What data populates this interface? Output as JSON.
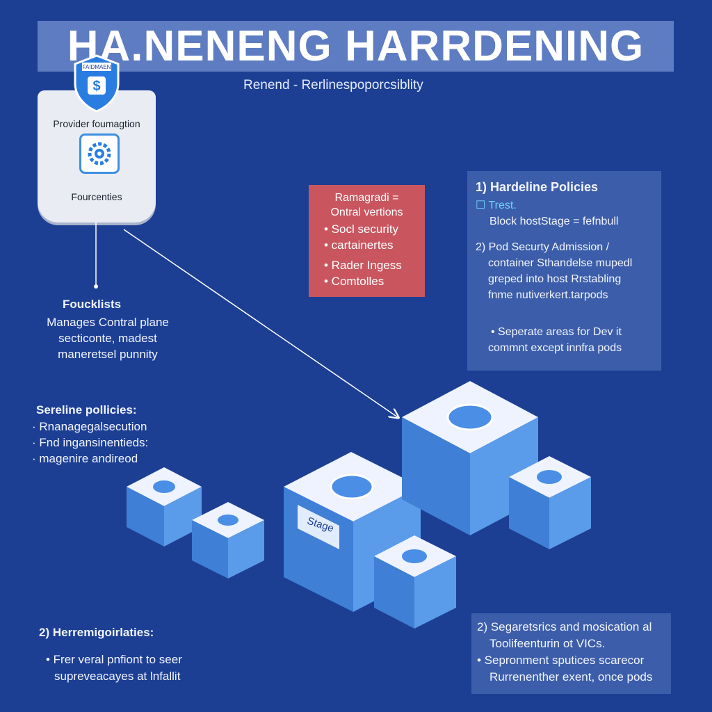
{
  "title": "HA.NENENG HARRDENING",
  "subtitle": "Renend - Rerlinespoporcsiblity",
  "provider": {
    "badge": "FAIDMAEN",
    "label": "Provider foumagtion",
    "sublabel": "Fourcenties",
    "shield_icon": "shield-icon",
    "gear_icon": "gear-icon"
  },
  "focus": {
    "title": "Foucklists",
    "lines": [
      "Manages Contral plane",
      "secticonte, madest",
      "maneretsel punnity"
    ]
  },
  "sereline": {
    "title": "Sereline pollicies:",
    "items": [
      "· Rnanagegalsecution",
      "· Fnd ingansinentieds:",
      "· magenire andireod"
    ]
  },
  "managed": {
    "head": [
      "Ramagradi =",
      "Ontral vertions"
    ],
    "items": [
      "• Socl security",
      "• cartainertes",
      "• Rader Ingess",
      "• Comtolles"
    ]
  },
  "policies": {
    "title": "1) Hardeline Policies",
    "test": "☐ Trest.",
    "lines": [
      "Block hostStage = fefnbull",
      "",
      "2) Pod Securty Admission /",
      "container Sthandelse mupedl",
      "greped into host Rrstabling",
      "fnme nutiverkert.tarpods",
      "",
      "• Seperate areas for Dev it",
      "commnt except innfra pods"
    ]
  },
  "stage_label": "Stage",
  "bottom_left": {
    "title": "2) Herremigoirlaties:",
    "lines": [
      "• Frer veral pnfiont to seer",
      "supreveacayes at lnfallit"
    ]
  },
  "bottom_right": {
    "lines": [
      "2) Segaretsrics and mosication al",
      "Toolifeenturin ot VICs.",
      "• Sepronment sputices scarecor",
      "Rurrenenther exent, once pods"
    ]
  },
  "colors": {
    "background": "#1c3f94",
    "accent_red": "#c9565f",
    "cube_blue": "#4a8ee6",
    "cube_top": "#eef3ff"
  }
}
